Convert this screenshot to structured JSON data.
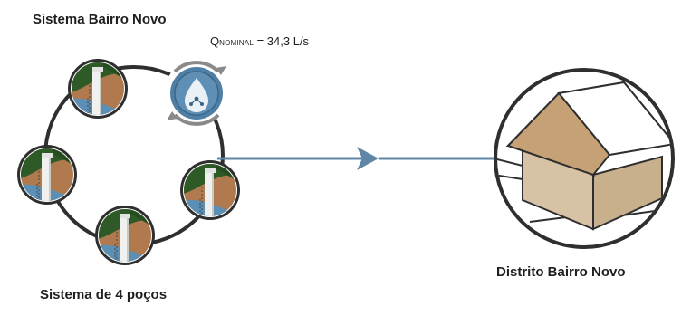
{
  "system_title": "Sistema Bairro Novo",
  "flow": {
    "symbol": "Q",
    "subscript": "NOMINAL",
    "value": " = 34,3 L/s"
  },
  "wells_caption": "Sistema de 4 poços",
  "district_caption": "Distrito Bairro Novo",
  "icons": {
    "wells": "well-cross-section-icon",
    "treatment": "water-treatment-cycle-icon",
    "house": "house-icon",
    "arrow": "flow-arrow-icon"
  },
  "colors": {
    "pipe": "#5f86a6",
    "ring": "#3a3a3a",
    "soil": "#b07a4e",
    "grass": "#2d5a27",
    "water": "#5b8fb5",
    "house_wall": "#d8c2a5",
    "house_roof": "#c49a6c"
  }
}
